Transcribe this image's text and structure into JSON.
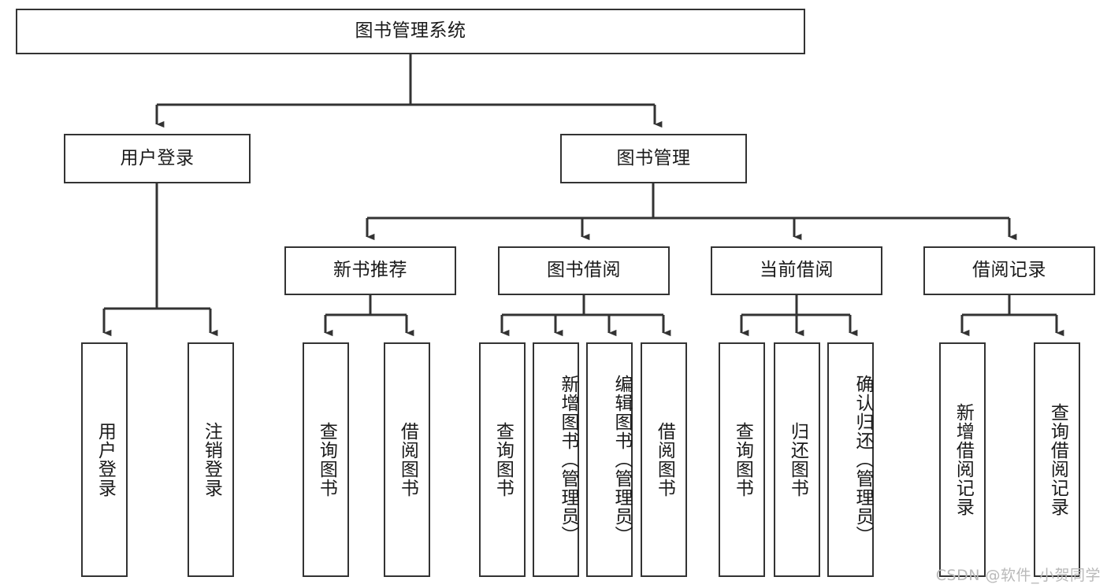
{
  "diagram": {
    "title": "图书管理系统",
    "type": "tree",
    "orientation": "top-down",
    "colors": {
      "box_border": "#333333",
      "box_fill": "#ffffff",
      "connector": "#333333",
      "text": "#1a1a1a",
      "watermark": "#b9b9b9"
    },
    "nodes": {
      "root": {
        "label": "图书管理系统",
        "level": 1
      },
      "user_login": {
        "label": "用户登录",
        "level": 2
      },
      "book_mgmt": {
        "label": "图书管理",
        "level": 2
      },
      "new_book_rec": {
        "label": "新书推荐",
        "level": 3
      },
      "book_borrow": {
        "label": "图书借阅",
        "level": 3
      },
      "current_borrow": {
        "label": "当前借阅",
        "level": 3
      },
      "borrow_record": {
        "label": "借阅记录",
        "level": 3
      },
      "leaf_user_login": {
        "label": "用户登录",
        "level": 4
      },
      "leaf_logout": {
        "label": "注销登录",
        "level": 4
      },
      "leaf_query_book_1": {
        "label": "查询图书",
        "level": 4
      },
      "leaf_borrow_book_1": {
        "label": "借阅图书",
        "level": 4
      },
      "leaf_query_book_2": {
        "label": "查询图书",
        "level": 4
      },
      "leaf_add_book": {
        "label": "新增图书（管理员）",
        "level": 4
      },
      "leaf_edit_book": {
        "label": "编辑图书（管理员）",
        "level": 4
      },
      "leaf_borrow_book_2": {
        "label": "借阅图书",
        "level": 4
      },
      "leaf_query_book_3": {
        "label": "查询图书",
        "level": 4
      },
      "leaf_return_book": {
        "label": "归还图书",
        "level": 4
      },
      "leaf_confirm_return": {
        "label": "确认归还（管理员）",
        "level": 4
      },
      "leaf_add_record": {
        "label": "新增借阅记录",
        "level": 4
      },
      "leaf_query_record": {
        "label": "查询借阅记录",
        "level": 4
      }
    },
    "edges": [
      {
        "from": "root",
        "to": "user_login"
      },
      {
        "from": "root",
        "to": "book_mgmt"
      },
      {
        "from": "book_mgmt",
        "to": "new_book_rec"
      },
      {
        "from": "book_mgmt",
        "to": "book_borrow"
      },
      {
        "from": "book_mgmt",
        "to": "current_borrow"
      },
      {
        "from": "book_mgmt",
        "to": "borrow_record"
      },
      {
        "from": "user_login",
        "to": "leaf_user_login"
      },
      {
        "from": "user_login",
        "to": "leaf_logout"
      },
      {
        "from": "new_book_rec",
        "to": "leaf_query_book_1"
      },
      {
        "from": "new_book_rec",
        "to": "leaf_borrow_book_1"
      },
      {
        "from": "book_borrow",
        "to": "leaf_query_book_2"
      },
      {
        "from": "book_borrow",
        "to": "leaf_add_book"
      },
      {
        "from": "book_borrow",
        "to": "leaf_edit_book"
      },
      {
        "from": "book_borrow",
        "to": "leaf_borrow_book_2"
      },
      {
        "from": "current_borrow",
        "to": "leaf_query_book_3"
      },
      {
        "from": "current_borrow",
        "to": "leaf_return_book"
      },
      {
        "from": "current_borrow",
        "to": "leaf_confirm_return"
      },
      {
        "from": "borrow_record",
        "to": "leaf_add_record"
      },
      {
        "from": "borrow_record",
        "to": "leaf_query_record"
      }
    ]
  },
  "watermark": {
    "text": "CSDN @软件_小贺同学"
  }
}
